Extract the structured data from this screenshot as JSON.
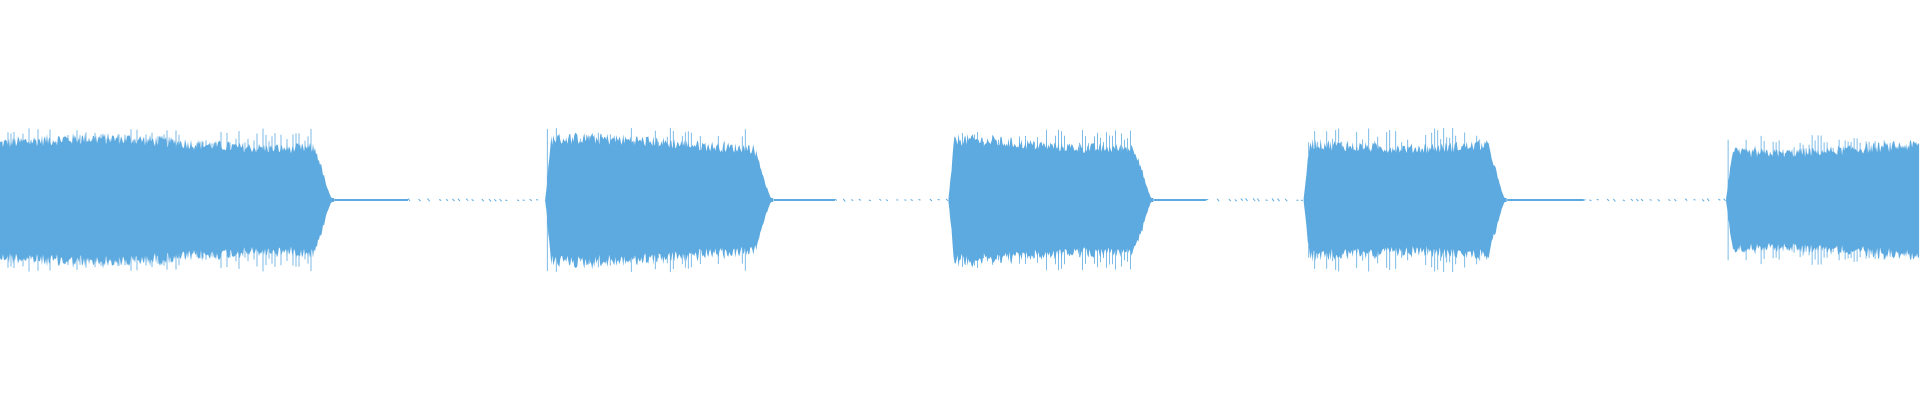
{
  "waveform": {
    "color": "#5DAAE0",
    "background": "#ffffff",
    "bursts": [
      {
        "start_fraction": 0.0,
        "end_fraction": 0.174,
        "amplitude": 0.66
      },
      {
        "start_fraction": 0.284,
        "end_fraction": 0.403,
        "amplitude": 0.66
      },
      {
        "start_fraction": 0.494,
        "end_fraction": 0.601,
        "amplitude": 0.66
      },
      {
        "start_fraction": 0.679,
        "end_fraction": 0.785,
        "amplitude": 0.66
      },
      {
        "start_fraction": 0.899,
        "end_fraction": 1.0,
        "amplitude": 0.6
      }
    ]
  }
}
